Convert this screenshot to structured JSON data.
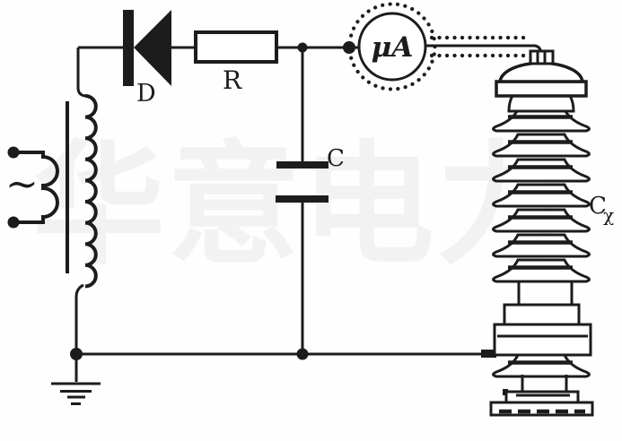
{
  "colors": {
    "ink": "#1c1c1c",
    "paper": "#fefefe",
    "watermark": "#f2f2f2"
  },
  "watermark": {
    "text": "华意电力"
  },
  "labels": {
    "source_symbol": "~",
    "diode": "D",
    "resistor": "R",
    "meter": "μA",
    "capacitor": "C",
    "test_object_main": "C",
    "test_object_sub": "χ"
  }
}
